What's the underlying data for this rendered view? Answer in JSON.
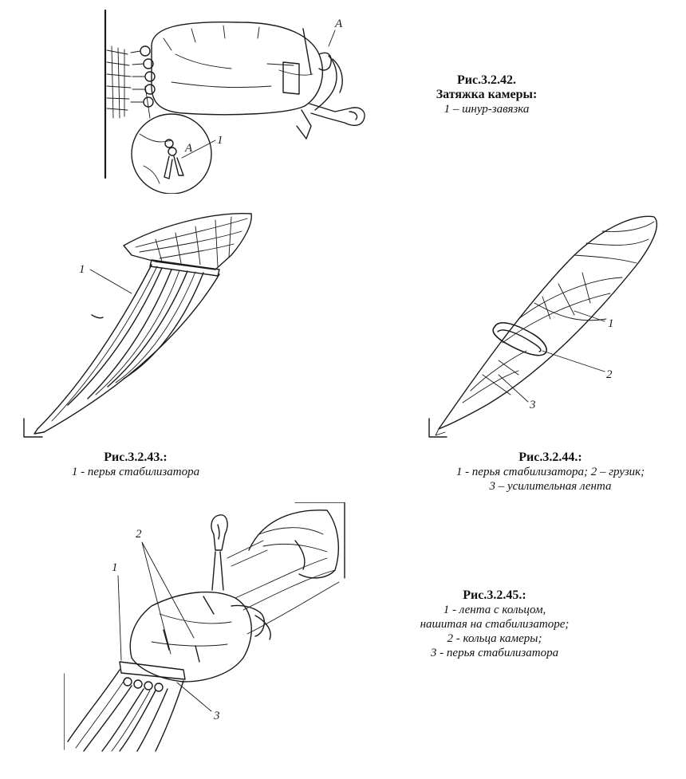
{
  "fig42": {
    "title": "Рис.3.2.42.",
    "subtitle": "Затяжка камеры:",
    "legend": [
      "1 – шнур-завязка"
    ],
    "callouts": {
      "a_top": "А",
      "a_inset": "А",
      "n1": "1"
    }
  },
  "fig43": {
    "title": "Рис.3.2.43.:",
    "legend": [
      "1 - перья стабилизатора"
    ],
    "callouts": {
      "n1": "1"
    }
  },
  "fig44": {
    "title": "Рис.3.2.44.:",
    "legend": [
      "1 - перья стабилизатора; 2 – грузик;",
      "3 – усилительная лента"
    ],
    "callouts": {
      "n1": "1",
      "n2": "2",
      "n3": "3"
    }
  },
  "fig45": {
    "title": "Рис.3.2.45.:",
    "legend": [
      "1 - лента с кольцом,",
      "нашитая на стабилизаторе;",
      "2 - кольца камеры;",
      "3 - перья стабилизатора"
    ],
    "callouts": {
      "n1": "1",
      "n2": "2",
      "n3": "3"
    }
  }
}
